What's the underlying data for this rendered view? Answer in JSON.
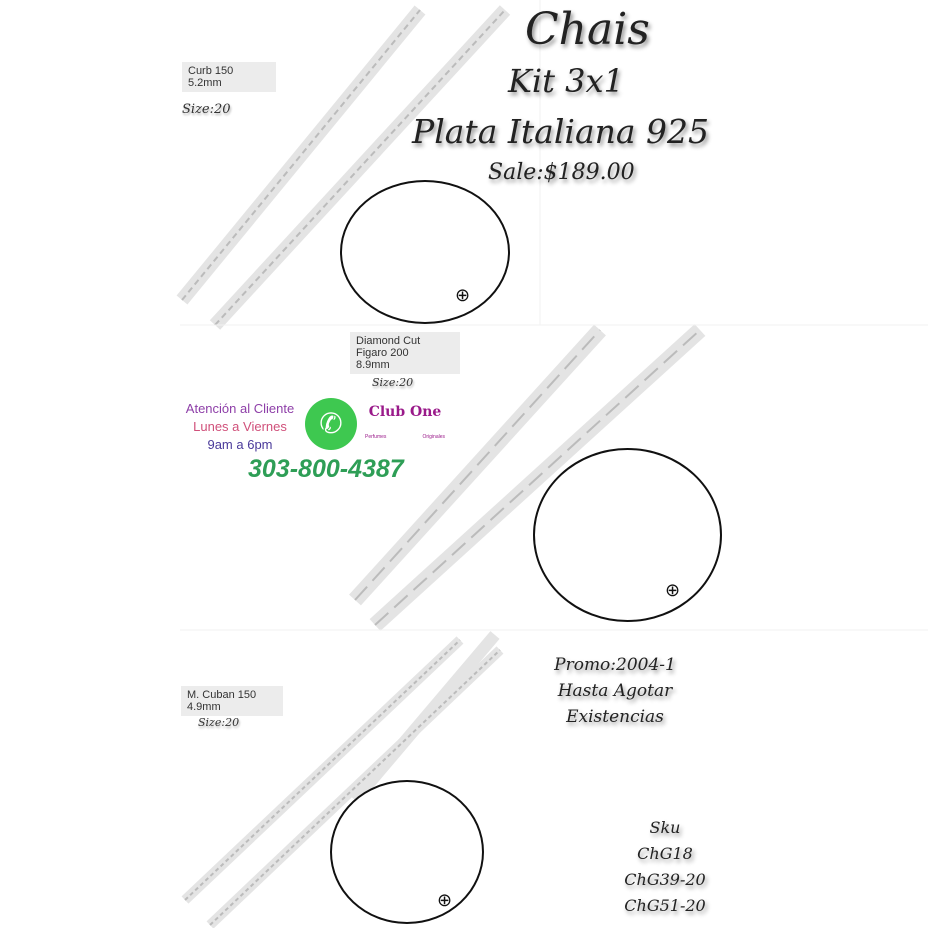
{
  "header": {
    "title": "Chais",
    "kit": "Kit 3x1",
    "material": "Plata Italiana 925",
    "sale": "Sale:$189.00"
  },
  "chains": [
    {
      "name": "Curb 150",
      "width": "5.2mm",
      "size": "Size:20"
    },
    {
      "name": "Diamond Cut",
      "name2": "Figaro 200",
      "width": "8.9mm",
      "size": "Size:20"
    },
    {
      "name": "M. Cuban 150",
      "width": "4.9mm",
      "size": "Size:20"
    }
  ],
  "contact": {
    "line1": "Atención al Cliente",
    "line2": "Lunes a Viernes",
    "line3": "9am a 6pm",
    "phone": "303-800-4387",
    "line1_color": "#8e3fa8",
    "line2_color": "#d0507a",
    "line3_color": "#4a3a9a",
    "phone_color": "#2e9e56"
  },
  "logo": {
    "name": "Club One",
    "tagline_left": "Perfumes",
    "tagline_right": "Originales"
  },
  "promo": {
    "line1": "Promo:2004-1",
    "line2": "Hasta Agotar",
    "line3": "Existencias"
  },
  "sku": {
    "label": "Sku",
    "items": [
      "ChG18",
      "ChG39-20",
      "ChG51-20"
    ]
  },
  "icons": [
    "zoom-in-icon",
    "whatsapp-icon"
  ]
}
